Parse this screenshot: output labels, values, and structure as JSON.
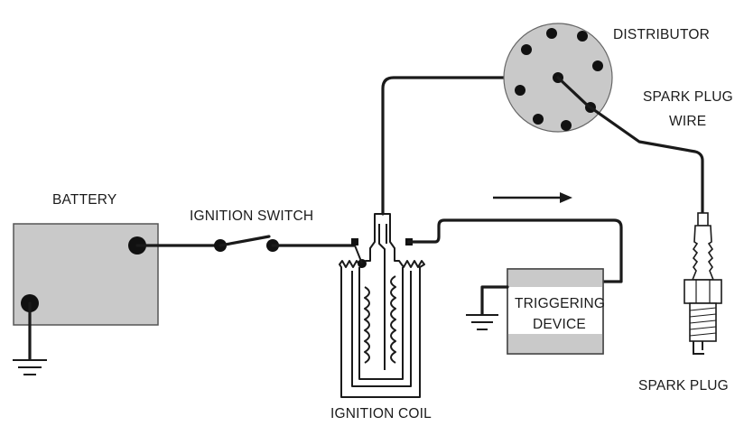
{
  "labels": {
    "battery": "BATTERY",
    "ignition_switch": "IGNITION SWITCH",
    "ignition_coil": "IGNITION COIL",
    "triggering_device_line1": "TRIGGERING",
    "triggering_device_line2": "DEVICE",
    "distributor": "DISTRIBUTOR",
    "spark_plug_wire_line1": "SPARK PLUG",
    "spark_plug_wire_line2": "WIRE",
    "spark_plug": "SPARK PLUG"
  },
  "colors": {
    "component_fill": "#c9c9c9",
    "line": "#1a1a1a",
    "background": "#ffffff"
  },
  "icons": {
    "current_flow": "arrow-right-icon",
    "ground": "ground-symbol-icon"
  }
}
